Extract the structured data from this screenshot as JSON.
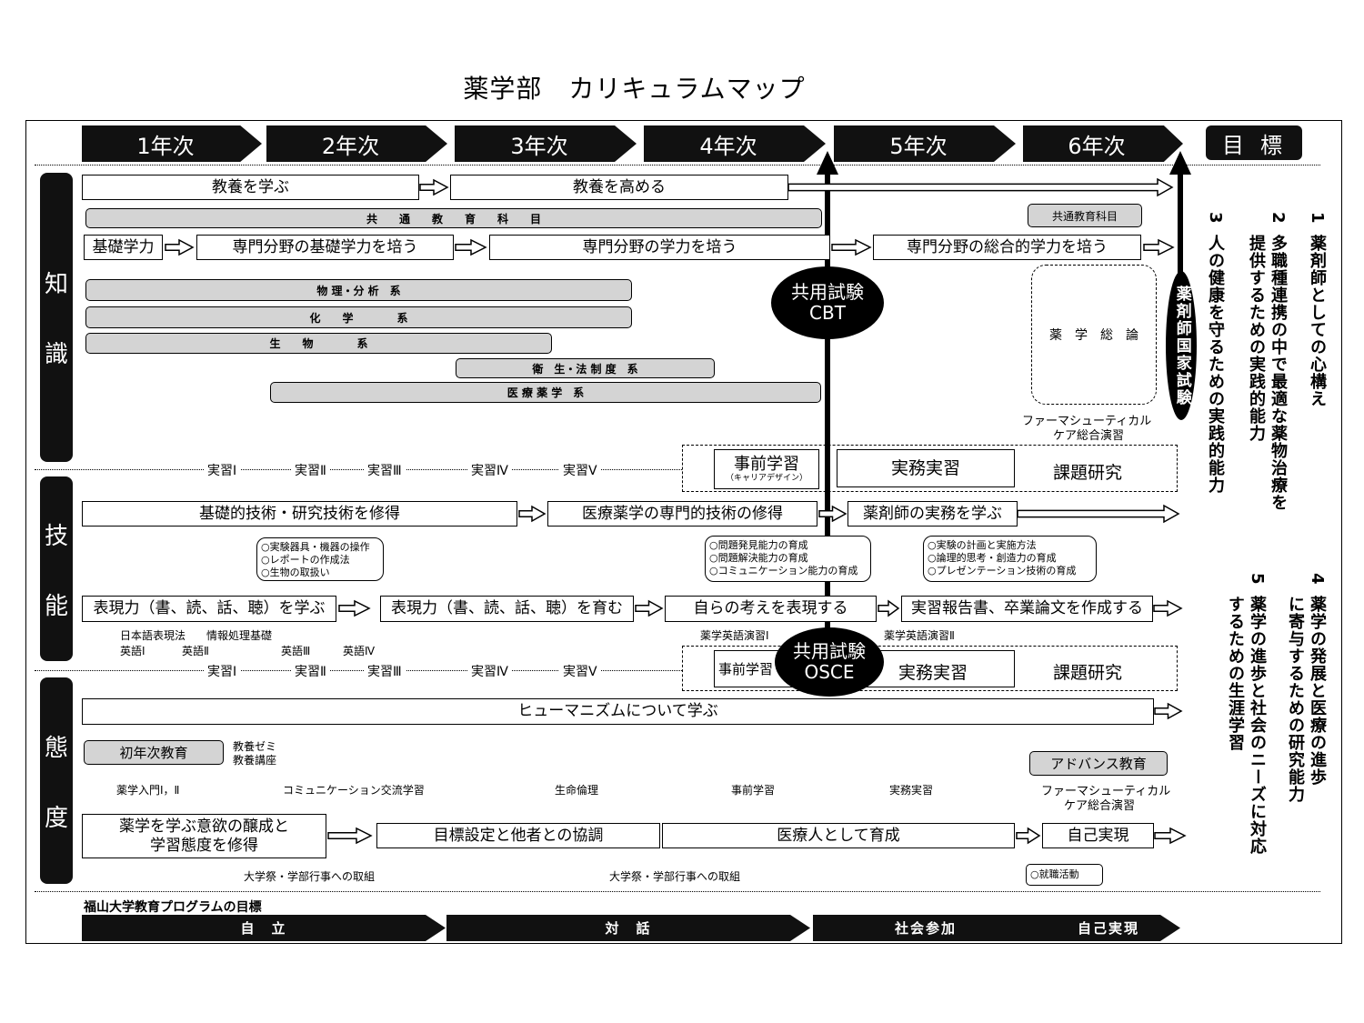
{
  "title": "薬学部　カリキュラムマップ",
  "years": [
    "1年次",
    "2年次",
    "3年次",
    "4年次",
    "5年次",
    "6年次"
  ],
  "goal_header": "目標",
  "sections": {
    "knowledge": [
      "知",
      "識"
    ],
    "skills": [
      "技",
      "能"
    ],
    "attitude": [
      "態",
      "度"
    ]
  },
  "knowledge": {
    "liberal_learn": "教養を学ぶ",
    "liberal_raise": "教養を高める",
    "common_bar": "共　　通　　教　　育　　科　　目",
    "common_small": "共通教育科目",
    "basic": "基礎学力",
    "spec_basic": "専門分野の基礎学力を培う",
    "spec": "専門分野の学力を培う",
    "spec_total": "専門分野の総合的学力を培う",
    "fields": [
      "物 理・分 析　系",
      "化　　学　　　　系",
      "生　　物　　　　系",
      "衛　生・法 制 度　系",
      "医 療 薬 学　系"
    ],
    "cbt": [
      "共用試験",
      "CBT"
    ],
    "national_exam": "薬剤師国家試験",
    "general": "薬　学　総　論",
    "pharma_care": [
      "ファーマシューティカル",
      "ケア総合演習"
    ]
  },
  "practicums": [
    "実習Ⅰ",
    "実習Ⅱ",
    "実習Ⅲ",
    "実習Ⅳ",
    "実習Ⅴ"
  ],
  "clinical": {
    "pre": "事前学習",
    "pre_sub": "（キャリアデザイン）",
    "practice": "実務実習",
    "research": "課題研究"
  },
  "skills": {
    "basic_tech": "基礎的技術・研究技術を修得",
    "med_tech": "医療薬学の専門的技術の修得",
    "pharmacist": "薬剤師の実務を学ぶ",
    "notes": [
      [
        "○実験器具・機器の操作",
        "○レポートの作成法",
        "○生物の取扱い"
      ],
      [
        "○問題発見能力の育成",
        "○問題解決能力の育成",
        "○コミュニケーション能力の育成"
      ],
      [
        "○実験の計画と実施方法",
        "○論理的思考・創造力の育成",
        "○プレゼンテーション技術の育成"
      ]
    ],
    "expr_learn": "表現力（書、読、話、聴）を学ぶ",
    "expr_grow": "表現力（書、読、話、聴）を育む",
    "express": "自らの考えを表現する",
    "report": "実習報告書、卒業論文を作成する",
    "courses": {
      "japanese": "日本語表現法",
      "info": "情報処理基礎",
      "eng1": "英語Ⅰ",
      "eng2": "英語Ⅱ",
      "eng3": "英語Ⅲ",
      "eng4": "英語Ⅳ",
      "peng1": "薬学英語演習Ⅰ",
      "peng2": "薬学英語演習Ⅱ"
    },
    "osce": [
      "共用試験",
      "OSCE"
    ]
  },
  "attitude": {
    "humanism": "ヒューマニズムについて学ぶ",
    "first_year": "初年次教育",
    "seminar": "教養ゼミ",
    "lecture": "教養講座",
    "advanced": "アドバンス教育",
    "row": [
      "薬学入門Ⅰ，Ⅱ",
      "コミュニケーション交流学習",
      "生命倫理",
      "事前学習",
      "実務実習"
    ],
    "pharma_care": [
      "ファーマシューティカル",
      "ケア総合演習"
    ],
    "motivation": [
      "薬学を学ぶ意欲の醸成と",
      "学習態度を修得"
    ],
    "goal_setting": "目標設定と他者との協調",
    "medical": "医療人として育成",
    "self": "自己実現",
    "festival": "大学祭・学部行事への取組",
    "job": "○就職活動"
  },
  "goals": [
    [
      "1",
      "薬剤師としての心構え"
    ],
    [
      "2",
      "多職種連携の中で最適な薬物治療を",
      "提供するための実践的能力"
    ],
    [
      "3",
      "人の健康を守るための実践的能力"
    ],
    [
      "4",
      "薬学の発展と医療の進歩",
      "に寄与するための研究能力"
    ],
    [
      "5",
      "薬学の進歩と社会のニーズに対応",
      "するための生涯学習"
    ]
  ],
  "program": {
    "label": "福山大学教育プログラムの目標",
    "stages": [
      "自　立",
      "対　話",
      "社会参加",
      "自己実現"
    ]
  }
}
